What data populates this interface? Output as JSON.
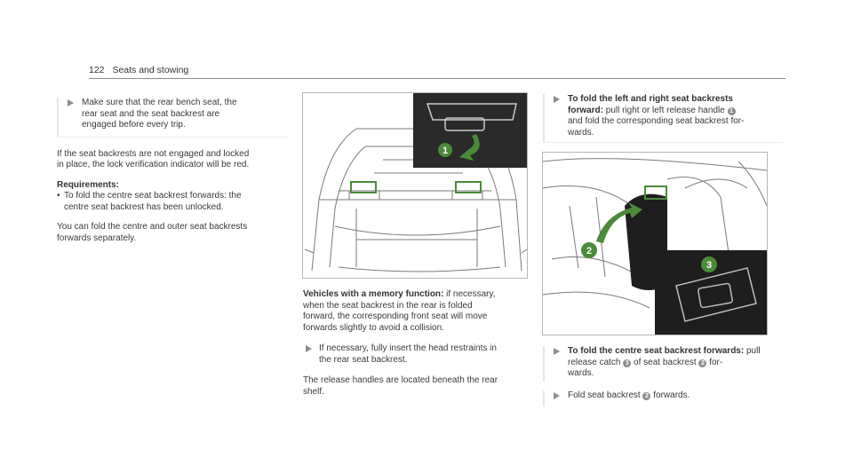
{
  "header": {
    "page_number": "122",
    "section_title": "Seats and stowing"
  },
  "col1": {
    "note_lines": [
      "Make sure that the rear bench seat, the",
      "rear seat and the seat backrest are",
      "engaged before every trip."
    ],
    "para1_lines": [
      "If the seat backrests are not engaged and locked",
      "in place, the lock verification indicator will be red."
    ],
    "requirements_heading": "Requirements:",
    "requirement_lines": [
      "To fold the centre seat backrest forwards: the",
      "centre seat backrest has been unlocked."
    ],
    "para2_lines": [
      "You can fold the centre and outer seat backrests",
      "forwards separately."
    ]
  },
  "col2": {
    "figure1": {
      "callout": "1"
    },
    "memory_heading": "Vehicles with a memory function:",
    "memory_lines": [
      " if necessary,",
      "when the seat backrest in the rear is folded",
      "forward, the corresponding front seat will move",
      "forwards slightly to avoid a collision."
    ],
    "step_lines": [
      "If necessary, fully insert the head restraints in",
      "the rear seat backrest."
    ],
    "para_lines": [
      "The release handles are located beneath the rear",
      "shelf."
    ]
  },
  "col3": {
    "step1_heading_lines": [
      "To fold the left and right seat backrests",
      "forward:"
    ],
    "step1_text": [
      " pull right or left release handle ",
      "and fold the corresponding seat backrest for-",
      "wards."
    ],
    "step1_callout": "1",
    "figure2": {
      "callout_2": "2",
      "callout_3": "3"
    },
    "step2_heading": "To fold the centre seat backrest forwards:",
    "step2_text": [
      " pull",
      "release catch ",
      " of seat backrest ",
      " for-",
      "wards."
    ],
    "step2_callout_a": "3",
    "step2_callout_b": "2",
    "step3_text": [
      "Fold seat backrest ",
      " forwards."
    ],
    "step3_callout": "2"
  },
  "colors": {
    "ink": "#3a3a3a",
    "callout_grey": "#8d8d8d",
    "rule": "#8a8a8a",
    "figure_border": "#b5b5b5",
    "detail_green": "#4a8a3a"
  }
}
